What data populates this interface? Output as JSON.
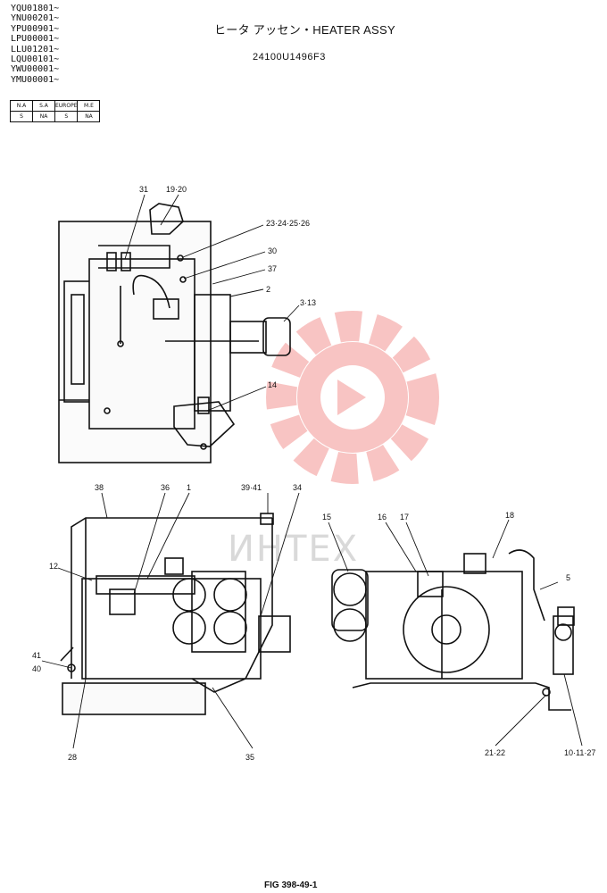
{
  "serials": [
    "YQU01801~",
    "YNU00201~",
    "YPU00901~",
    "LPU00001~",
    "LLU01201~",
    "LQU00101~",
    "YWU00001~",
    "YMU00001~"
  ],
  "title": "ヒータ アッセン・HEATER ASSY",
  "part_number": "24100U1496F3",
  "market_table": {
    "headers": [
      "N.A",
      "S.A",
      "EUROPE",
      "M.E"
    ],
    "values": [
      "S",
      "NA",
      "S",
      "NA"
    ]
  },
  "watermark": "ИНТЕХ",
  "figure_id": "FIG 398-49-1",
  "callouts": {
    "c31": "31",
    "c1920": "19·20",
    "c23": "23·24·25·26",
    "c30": "30",
    "c37": "37",
    "c2": "2",
    "c313": "3·13",
    "c14": "14",
    "c38": "38",
    "c36": "36",
    "c1": "1",
    "c3941": "39·41",
    "c34": "34",
    "c12": "12",
    "c41": "41",
    "c40": "40",
    "c28": "28",
    "c35": "35",
    "c15": "15",
    "c16": "16",
    "c17": "17",
    "c18": "18",
    "c5": "5",
    "c2122": "21·22",
    "c101127": "10·11·27"
  }
}
